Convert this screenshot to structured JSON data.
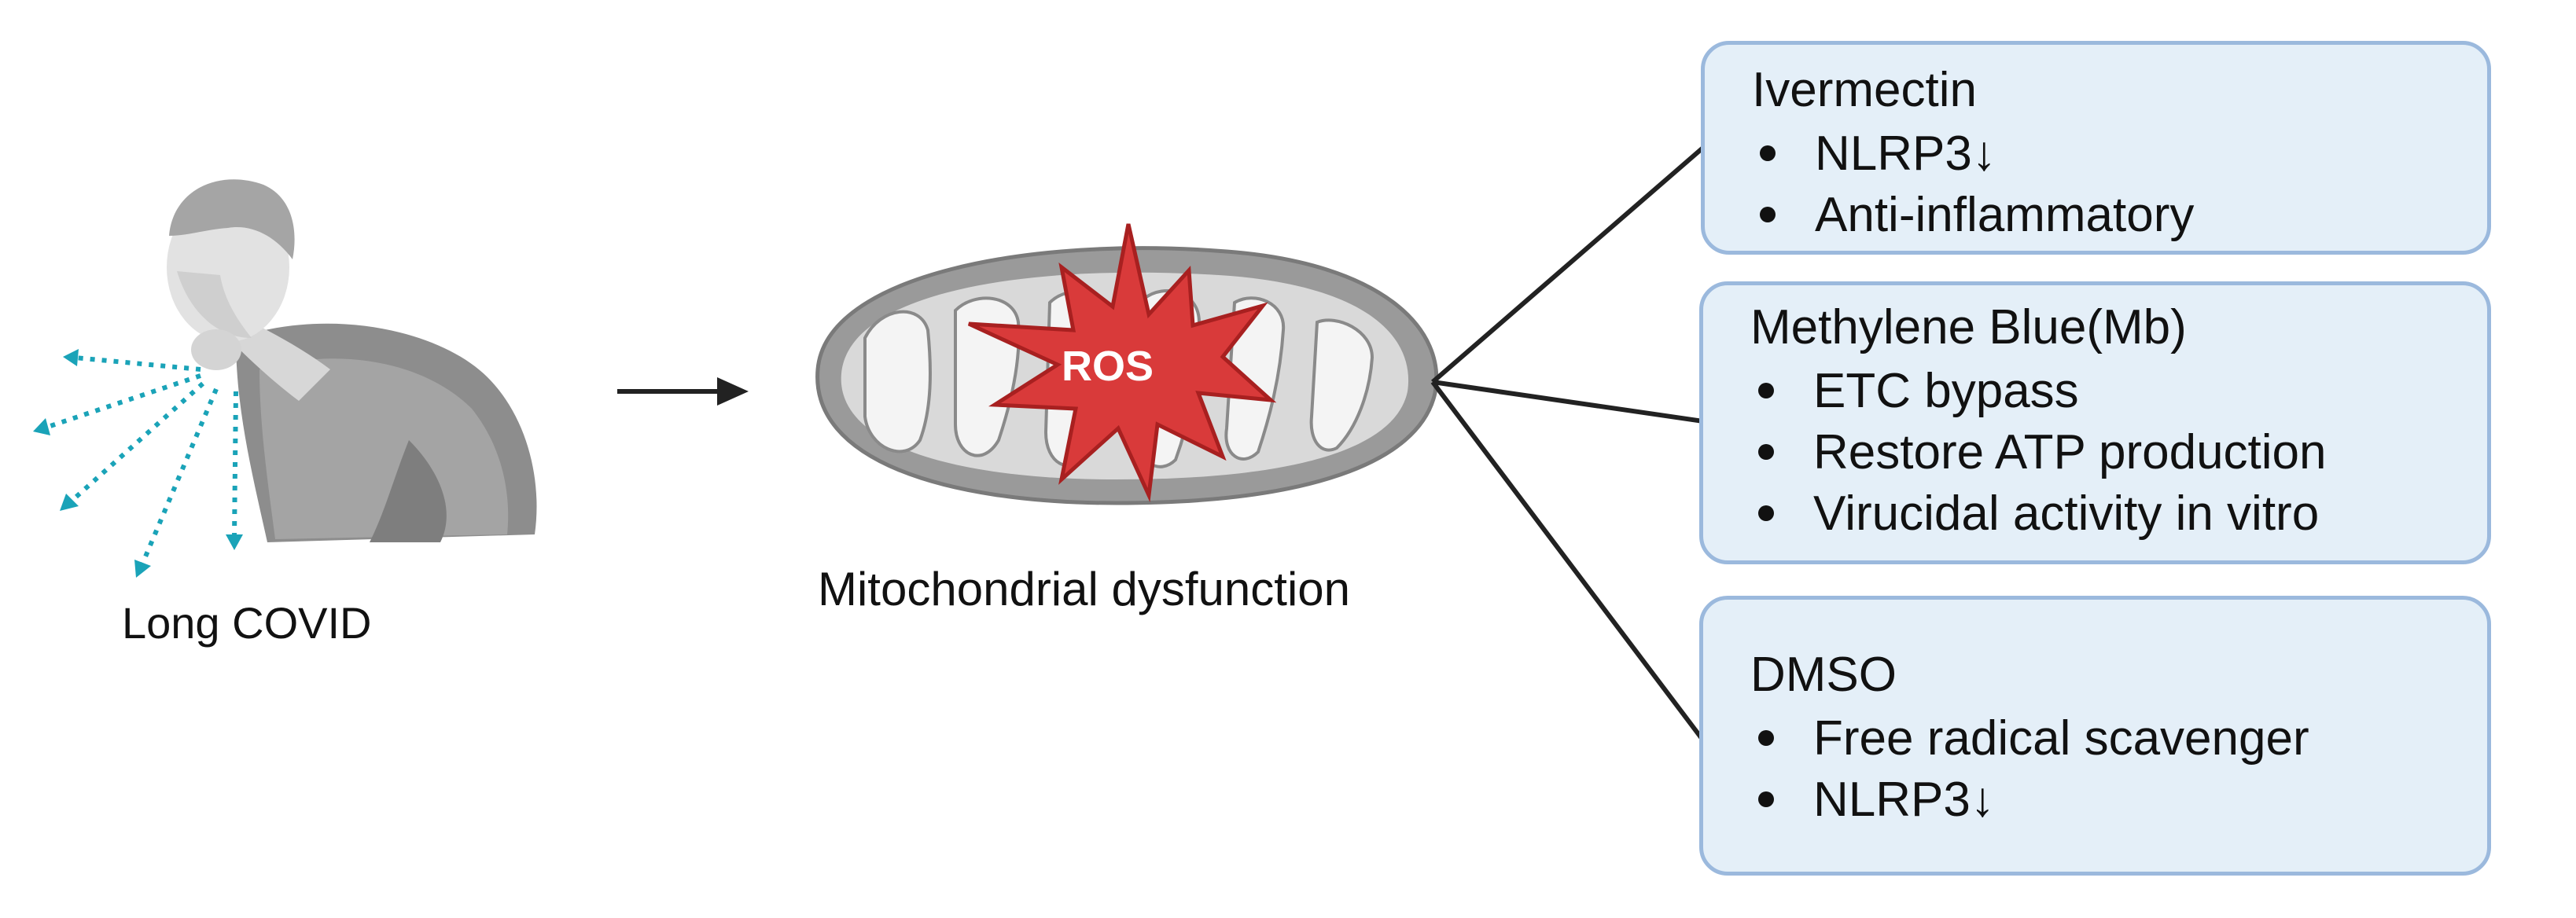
{
  "patient": {
    "label": "Long COVID"
  },
  "mitochondria": {
    "label": "Mitochondrial dysfunction",
    "badge": "ROS"
  },
  "treatments": [
    {
      "title": "Ivermectin",
      "bullets": [
        "NLRP3↓",
        "Anti-inflammatory"
      ]
    },
    {
      "title": "Methylene Blue(Mb)",
      "bullets": [
        "ETC bypass",
        "Restore ATP production",
        "Virucidal activity in vitro"
      ]
    },
    {
      "title": "DMSO",
      "bullets": [
        "Free radical scavenger",
        "NLRP3↓"
      ]
    }
  ],
  "colors": {
    "box_fill": "#e4eff8",
    "box_border": "#9bb9dd",
    "ros_red": "#d93a3a",
    "cough_teal": "#1aa3b8",
    "mito_gray": "#9a9a9a"
  }
}
